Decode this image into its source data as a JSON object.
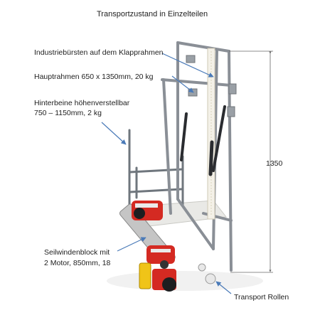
{
  "title": "Transportzustand in Einzelteilen",
  "labels": {
    "brushes": "Industriebürsten auf dem Klapprahmen",
    "main_frame": "Hauptrahmen 650 x 1350mm, 20 kg",
    "rear_legs_line1": "Hinterbeine höhenverstellbar",
    "rear_legs_line2": "750 – 1150mm, 2 kg",
    "winch_line1": "Seilwindenblock mit",
    "winch_line2": "2 Motor,  850mm,  18",
    "rollers": "Transport Rollen"
  },
  "dimension": "1350",
  "colors": {
    "frame": "#8a8f96",
    "leg": "#6f767d",
    "motor_red": "#d42a22",
    "motor_yellow": "#f0c418",
    "arrow": "#4a7ab8",
    "dim_line": "#666666"
  }
}
